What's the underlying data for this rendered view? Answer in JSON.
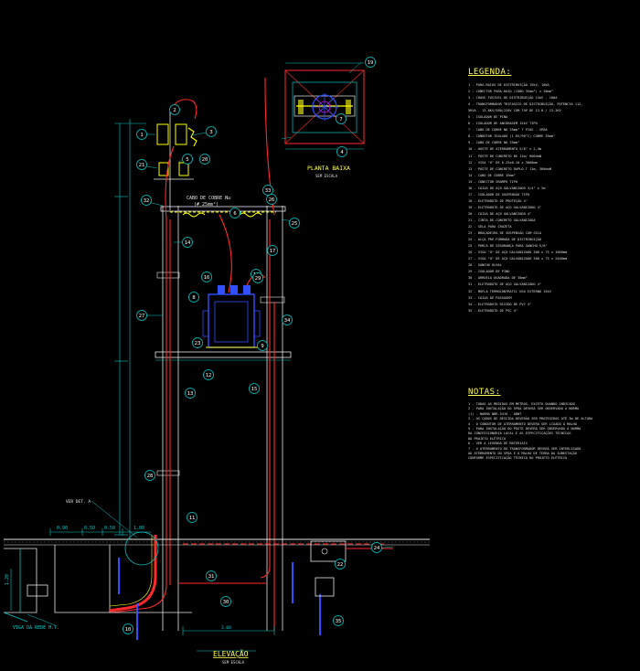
{
  "titles": {
    "legend": "LEGENDA:",
    "notes": "NOTAS:",
    "plan": "PLANTA BAIXA",
    "plan_scale": "SEM ESCALA",
    "elevation": "ELEVAÇÃO",
    "elevation_scale": "SEM ESCALA"
  },
  "labels": {
    "cable_top": "CABO DE COBRE Nu",
    "cable_top_2": "(# 25mm²)",
    "ver_det": "VER DET. A",
    "via_rede": "VIGA DA REDE M.T.",
    "cotas": [
      "0.90",
      "0.50",
      "0.50",
      "1.00"
    ],
    "dim_left": "1.20",
    "dim_bottom": "3.00"
  },
  "legend_items": [
    "1 - PARA-RAIOS DE DISTRIBUIÇÃO 15kV, 10kA",
    "2 - CONECTOR PARA-RAIO (CABO 35mm²) x 10mm²",
    "3 - CHAVE FUSIVEL DE DISTRIBUIÇÃO 15kV - 100A",
    "4 - TRANSFORMADOR TRIFASICO DE DISTRIBUIÇÃO, POTENCIA 112,",
    "    5KVA - 13.8KV/380/220V COM TAP DE 13.8 / 13.2KV",
    "5 - ISOLADOR DE PINO",
    "6 - ISOLADOR DE ANCORAGEM 15kV TIPO",
    "7 - CABO DE COBRE NU 35mm² 7 FIOS - SPDA",
    "8 - CONDUTOR ISOLADO (1 KV/90°C) COBRE 35mm²",
    "9 - CABO DE COBRE NU 35mm²",
    "10 - HASTE DE ATERRAMENTO 5/8\" x 2,4m",
    "11 - POSTE DE CONCRETO DE 11m/ 600daN",
    "12 - VIGA \"U\" DE 0.25x0.10 x 3000mm",
    "13 - POSTE DE CONCRETO DUPLO T 11m, 300daN",
    "14 - CABO DE COBRE 35mm²",
    "15 - CONECTOR GRAMPO TIPO",
    "16 - CAIXA DE AÇO GALVANIZADO 3/4\" x 3m",
    "17 - ISOLADOR DE SUSPENSÃO TIPO",
    "18 - ELETRODUTO DE PROTEÇÃO 4\"",
    "19 - ELETRODUTO DE AÇO GALVANIZADO 4\"",
    "20 - CAIXA DE AÇO GALVANIZADO 4\"",
    "21 - CINTA DE CONCRETO GALVANIZADA",
    "22 - SELA PARA CRUZETA",
    "23 - BRAÇADEIRA DE SUSPENSÃO COM SELA",
    "24 - ALÇA PRE-FORMADA DE DISTRIBUIÇÃO",
    "25 - PORCA DE SEGURANÇA PARA GANCHO 5/8\"",
    "26 - VIGA \"U\" DE AÇO GALVANIZADO 300 x 75 x 1000mm",
    "27 - VIGA \"U\" DE AÇO GALVANIZADO 300 x 75 x 2400mm",
    "28 - GANCHO OLHAL",
    "29 - ISOLADOR DE PINO",
    "30 - ARRUELA QUADRADA DE 38mm²",
    "31 - ELETRODUTO DE AÇO GALVANIZADO 4\"",
    "32 - MUFLA TERMOCONTRATIL USO EXTERNO 15kV",
    "33 - CAIXA DE PASSAGEM",
    "34 - ELETRODUTO RIGIDO DE PVC 4\"",
    "35 - ELETRODUTO DE PVC 4\""
  ],
  "notes_items": [
    "1 - TODAS AS MEDIDAS EM METROS, EXCETO QUANDO INDICADO",
    "2 - PARA INSTALAÇÃO DO SPDA DEVERÁ SER OBSERVADA A NORMA",
    "(1) - NORMA NBR-5419 - ABNT",
    "3 - OS CABOS DE DESCIDA DEVERÃO SER PROTEGIDOS ATÉ 3m DE ALTURA",
    "4 - O CONDUTOR DE ATERRAMENTO DEVERÁ SER LIGADO À MALHA",
    "5 - PARA INSTALAÇÃO DO POSTE DEVERÁ SER OBSERVADA A NORMA",
    "DA CONCESSIONÁRIA LOCAL E AS ESPECIFICAÇÕES TÉCNICAS",
    "DO PROJETO ELÉTRICO",
    "6 - VER A LEGENDA DE MATERIAIS",
    "7 - O ATERRAMENTO DO TRANSFORMADOR DEVERÁ SER INTERLIGADO",
    "AO ATERRAMENTO DO SPDA E À MALHA DE TERRA DA SUBESTAÇÃO",
    "CONFORME ESPECIFICAÇÃO TÉCNICA DO PROJETO ELÉTRICO"
  ],
  "balloons": [
    "1",
    "2",
    "3",
    "4",
    "5",
    "6",
    "7",
    "8",
    "9",
    "10",
    "11",
    "12",
    "13",
    "14",
    "15",
    "16",
    "17",
    "18",
    "19",
    "20",
    "21",
    "22",
    "23",
    "24",
    "25",
    "26",
    "27",
    "28",
    "29",
    "30",
    "31",
    "32",
    "33",
    "34",
    "35"
  ],
  "colors": {
    "cyan": "#00c8c8",
    "red": "#ff2a2a",
    "white": "#e8e8e8",
    "yellow": "#ffff00",
    "blue": "#3050ff",
    "green": "#00c800",
    "magenta": "#c000c0"
  }
}
